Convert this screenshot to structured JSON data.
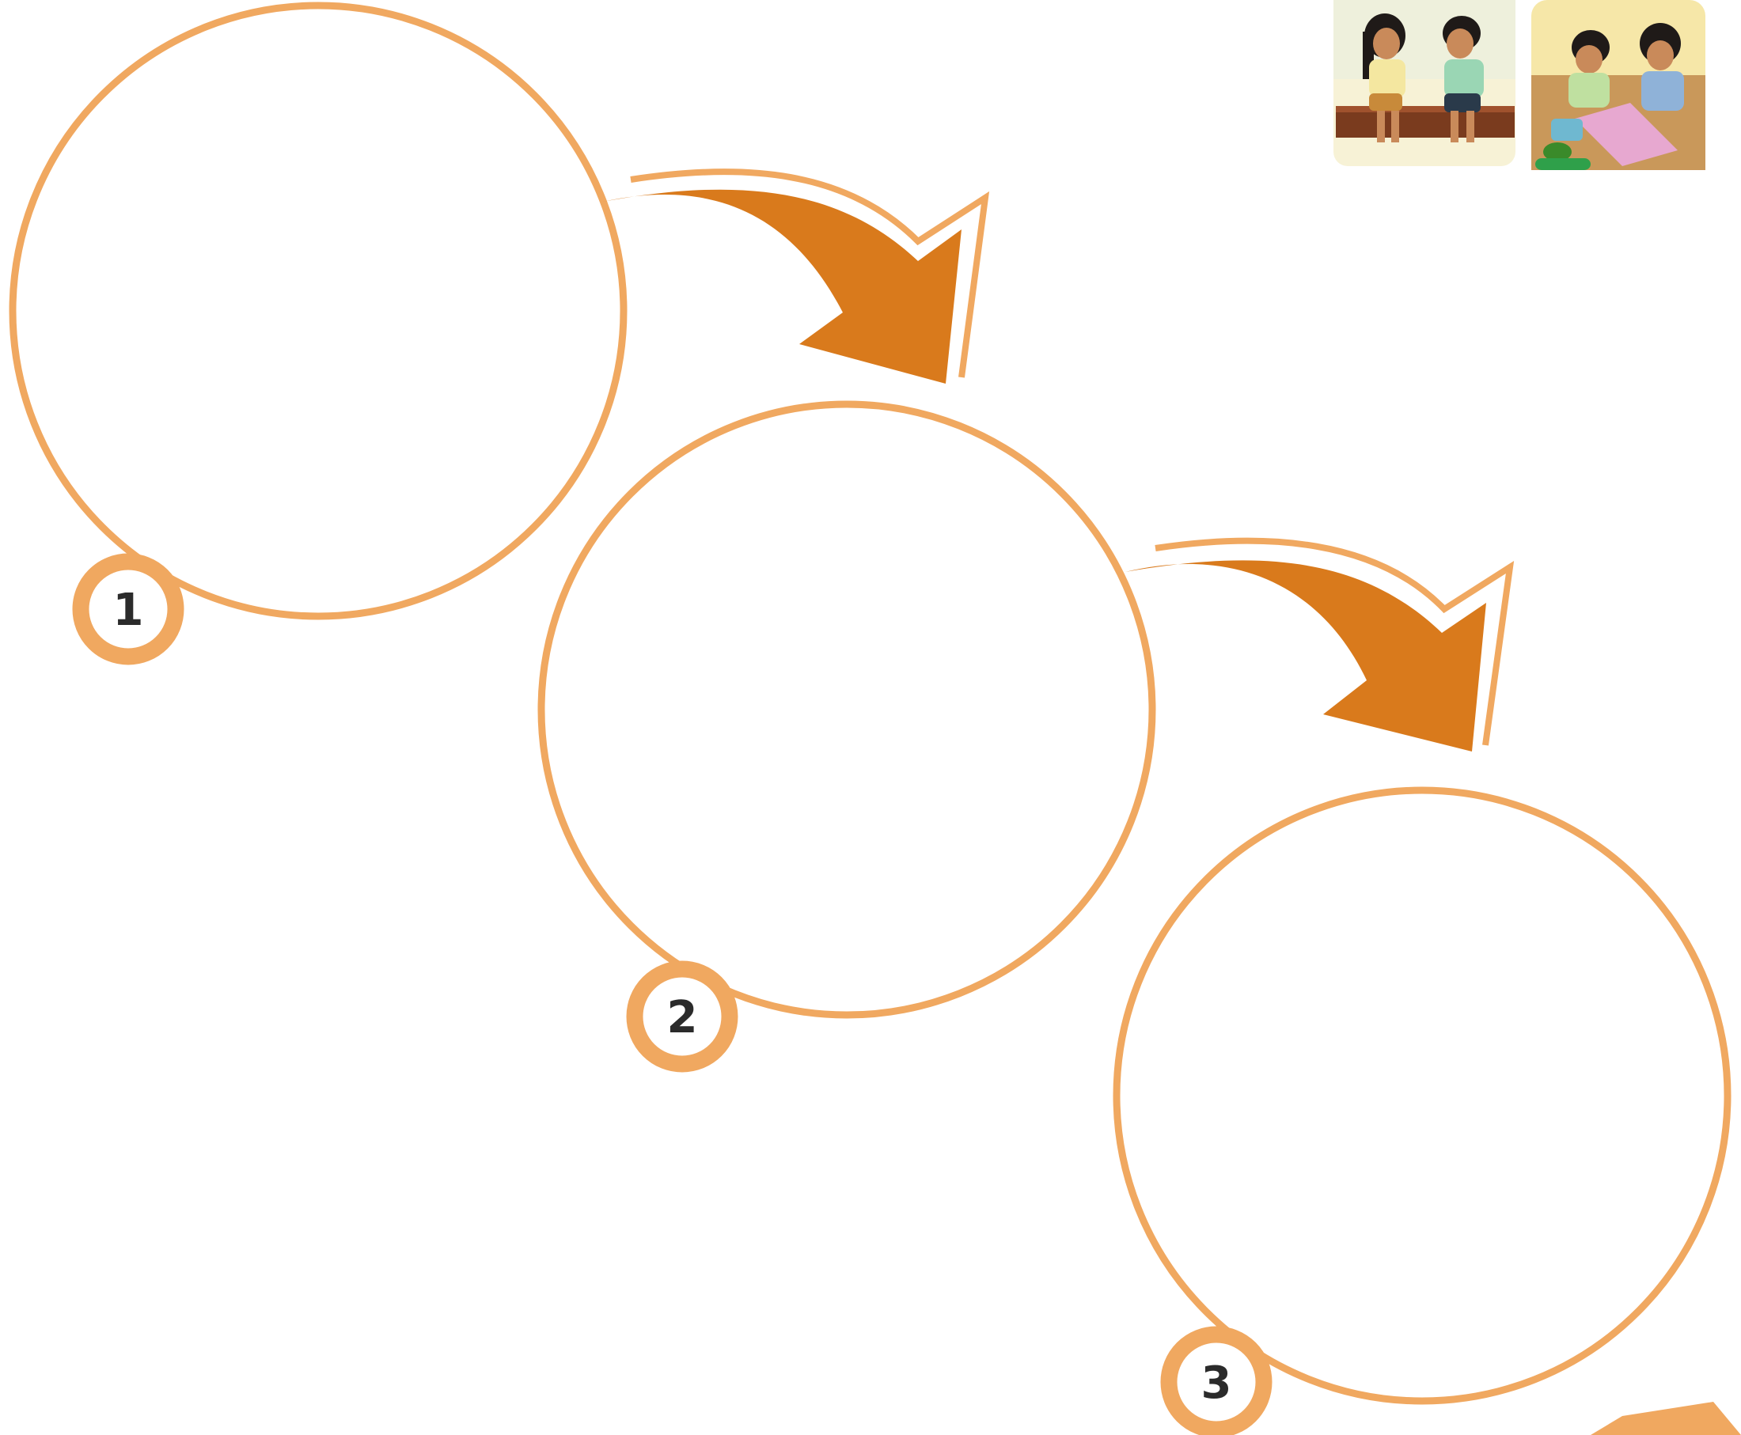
{
  "diagram": {
    "steps": [
      {
        "number": "1"
      },
      {
        "number": "2"
      },
      {
        "number": "3"
      }
    ],
    "thumbnails": [
      {
        "name": "two-children-sitting-on-bench"
      },
      {
        "name": "two-children-crafting-at-table"
      }
    ],
    "colors": {
      "ring": "#f0a860",
      "arrow": "#d97a1c",
      "badge_text": "#2b2b2b"
    }
  }
}
